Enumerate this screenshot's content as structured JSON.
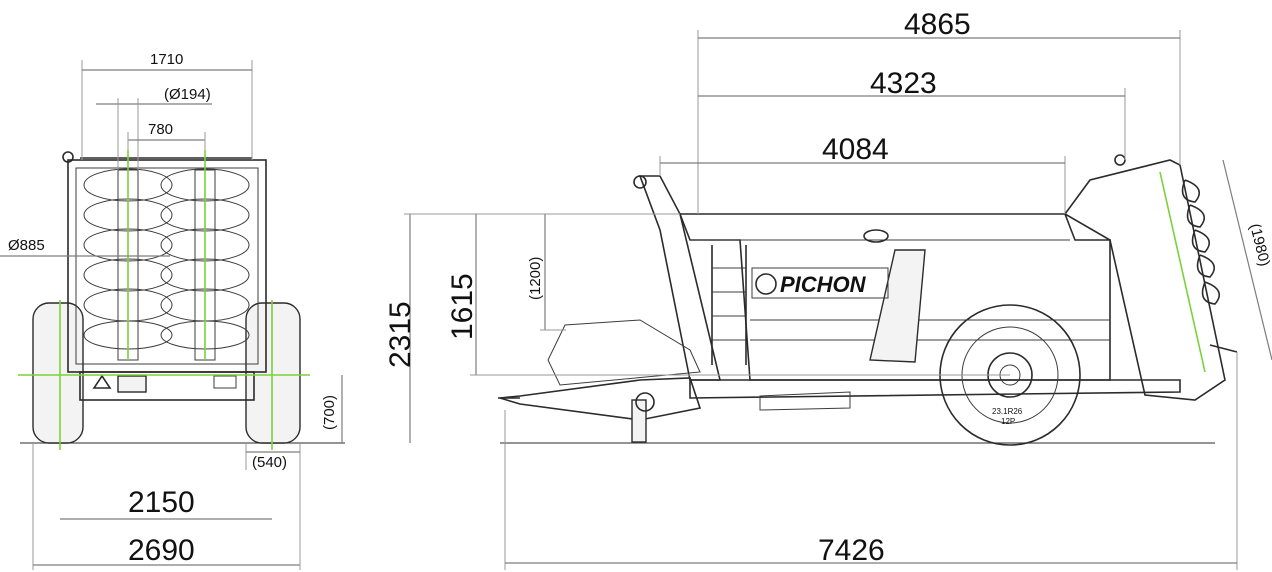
{
  "brand": {
    "logo_text": "PICHON"
  },
  "dimensions": {
    "width_outer": "1710",
    "beater_diameter_small": "(Ø194)",
    "beater_spacing": "780",
    "beater_diameter": "Ø885",
    "track_width": "2150",
    "overall_width": "2690",
    "wheel_width": "(540)",
    "axle_height": "(700)",
    "overall_height": "2315",
    "body_height": "1615",
    "side_height": "(1200)",
    "overall_length_top": "4865",
    "length_4323": "4323",
    "box_length": "4084",
    "beater_height": "(1980)",
    "overall_length": "7426"
  },
  "tyre": {
    "label_line1": "23.1R26",
    "label_line2": "12P"
  }
}
